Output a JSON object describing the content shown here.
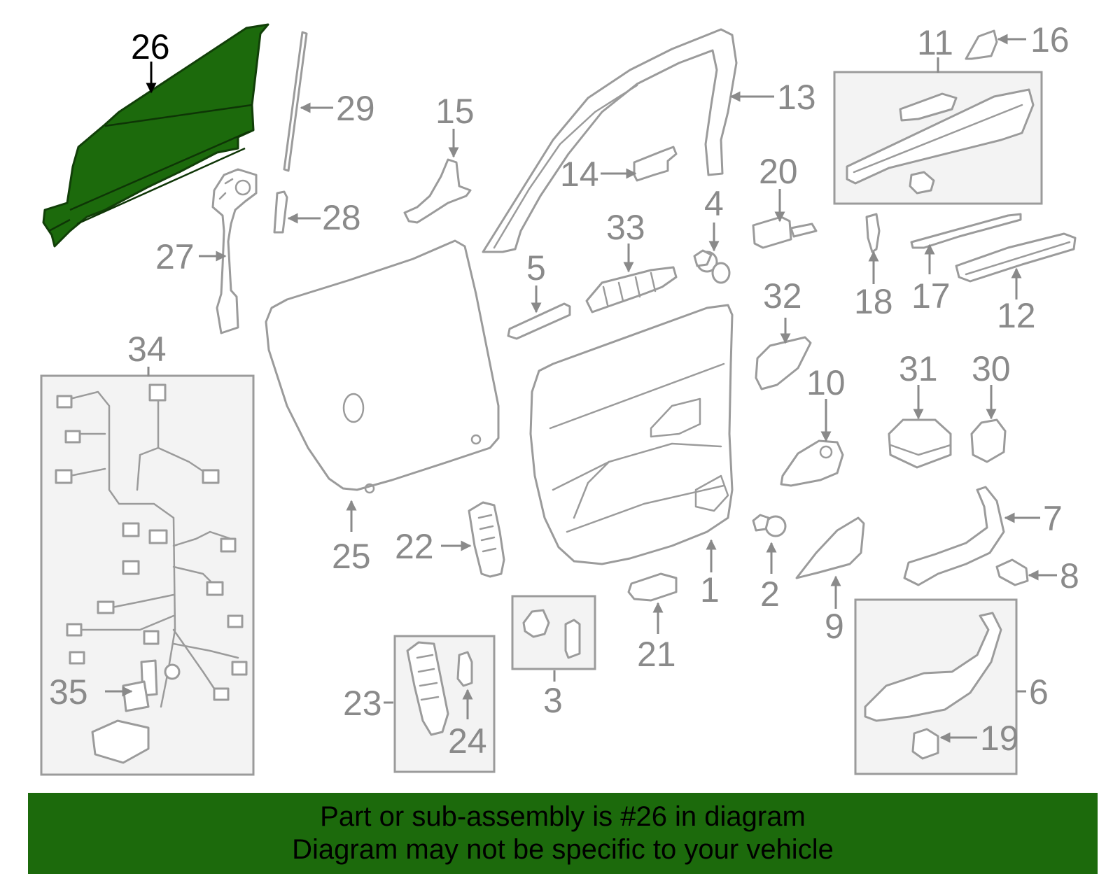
{
  "diagram": {
    "highlighted_part": "26",
    "callouts": [
      "1",
      "2",
      "3",
      "4",
      "5",
      "6",
      "7",
      "8",
      "9",
      "10",
      "11",
      "12",
      "13",
      "14",
      "15",
      "16",
      "17",
      "18",
      "19",
      "20",
      "21",
      "22",
      "23",
      "24",
      "25",
      "26",
      "27",
      "28",
      "29",
      "30",
      "31",
      "32",
      "33",
      "34",
      "35"
    ]
  },
  "banner": {
    "line1": "Part or sub-assembly is #26 in diagram",
    "line2": "Diagram may not be specific to your vehicle"
  },
  "colors": {
    "highlight": "#1c6a0c",
    "line_art": "#9b9b9b",
    "label": "#8a8a8a"
  }
}
